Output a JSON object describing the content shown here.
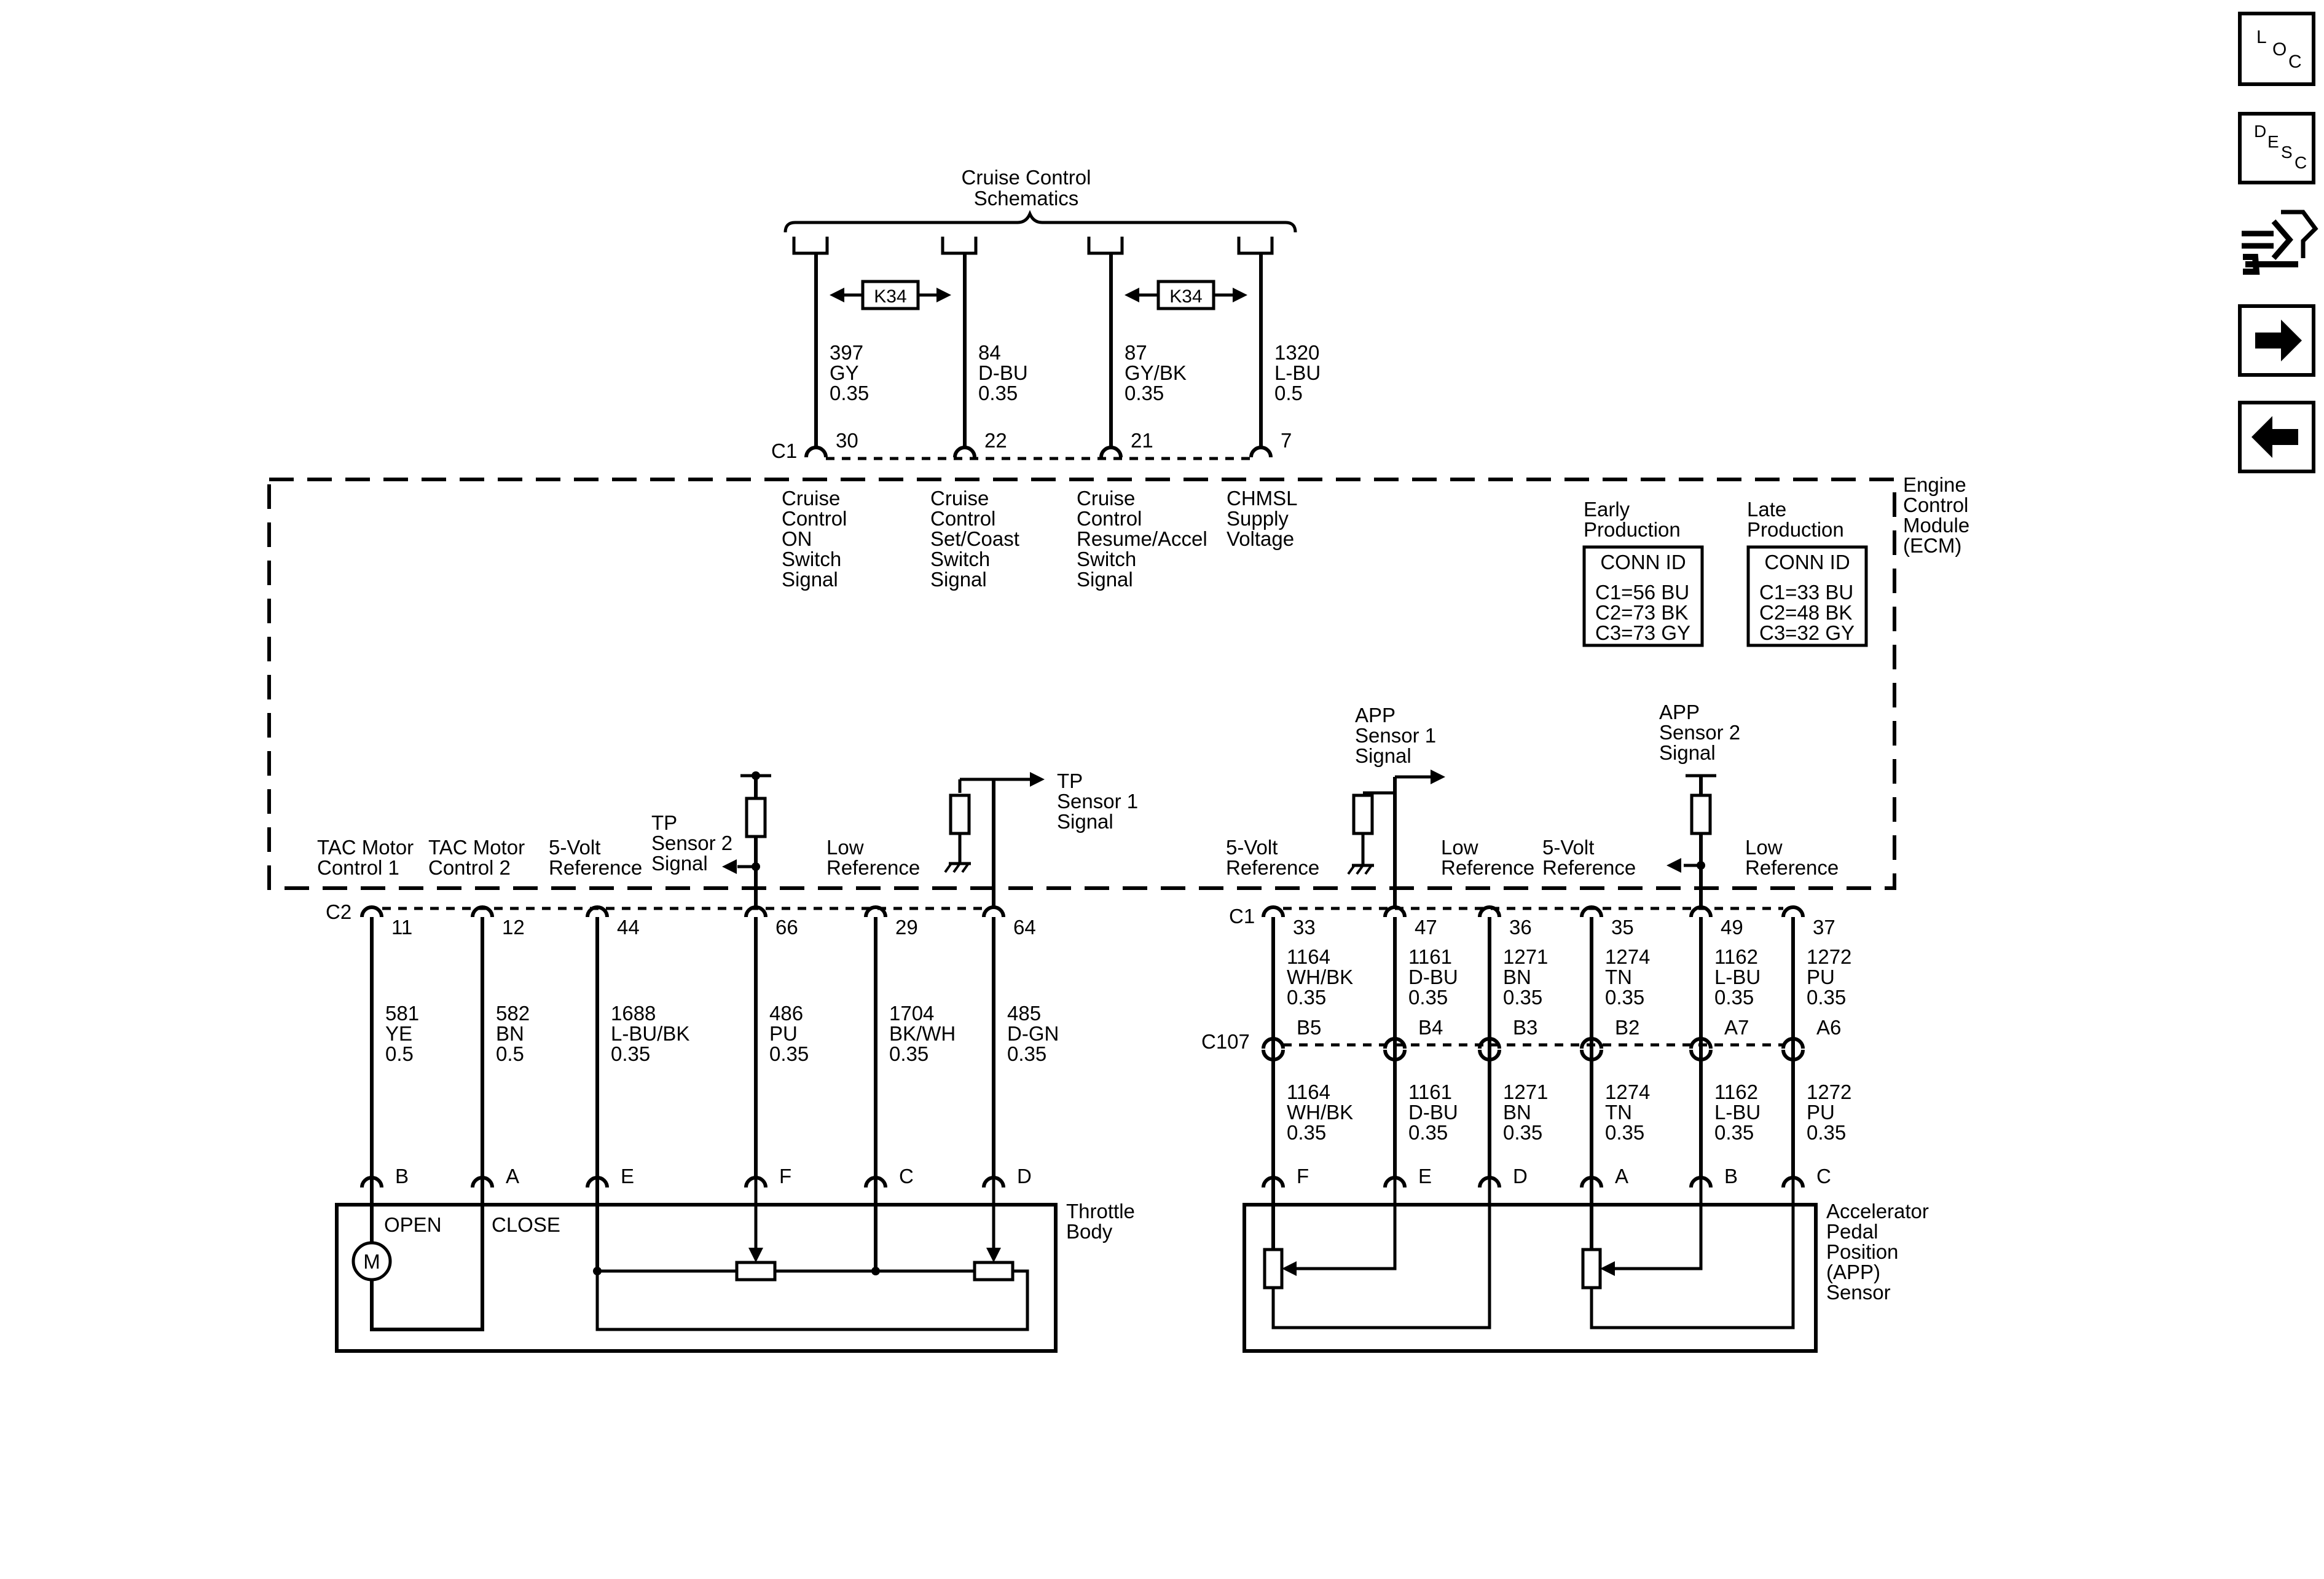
{
  "cruise": {
    "title_line1": "Cruise Control",
    "title_line2": "Schematics",
    "relay_label": "K34"
  },
  "ecm": {
    "name": [
      "Engine",
      "Control",
      "Module",
      "(ECM)"
    ],
    "early_heading": [
      "Early",
      "Production"
    ],
    "late_heading": [
      "Late",
      "Production"
    ],
    "conn_id_label": "CONN ID",
    "early_conn": [
      "C1=56 BU",
      "C2=73 BK",
      "C3=73 GY"
    ],
    "late_conn": [
      "C1=33 BU",
      "C2=48 BK",
      "C3=32 GY"
    ]
  },
  "top_c1": {
    "connector": "C1",
    "pins": [
      {
        "pin": "30",
        "circuit": "397",
        "color": "GY",
        "gauge": "0.35",
        "label": [
          "Cruise",
          "Control",
          "ON",
          "Switch",
          "Signal"
        ]
      },
      {
        "pin": "22",
        "circuit": "84",
        "color": "D-BU",
        "gauge": "0.35",
        "label": [
          "Cruise",
          "Control",
          "Set/Coast",
          "Switch",
          "Signal"
        ]
      },
      {
        "pin": "21",
        "circuit": "87",
        "color": "GY/BK",
        "gauge": "0.35",
        "label": [
          "Cruise",
          "Control",
          "Resume/Accel",
          "Switch",
          "Signal"
        ]
      },
      {
        "pin": "7",
        "circuit": "1320",
        "color": "L-BU",
        "gauge": "0.5",
        "label": [
          "CHMSL",
          "Supply",
          "Voltage"
        ]
      }
    ]
  },
  "left_c2": {
    "connector": "C2",
    "pins": [
      {
        "pin": "11",
        "circuit": "581",
        "color": "YE",
        "gauge": "0.5",
        "label": [
          "TAC Motor",
          "Control 1"
        ],
        "tb_pin": "B"
      },
      {
        "pin": "12",
        "circuit": "582",
        "color": "BN",
        "gauge": "0.5",
        "label": [
          "TAC Motor",
          "Control 2"
        ],
        "tb_pin": "A"
      },
      {
        "pin": "44",
        "circuit": "1688",
        "color": "L-BU/BK",
        "gauge": "0.35",
        "label": [
          "5-Volt",
          "Reference"
        ],
        "tb_pin": "E"
      },
      {
        "pin": "66",
        "circuit": "486",
        "color": "PU",
        "gauge": "0.35",
        "label": [
          "TP",
          "Sensor 2",
          "Signal"
        ],
        "tb_pin": "F"
      },
      {
        "pin": "29",
        "circuit": "1704",
        "color": "BK/WH",
        "gauge": "0.35",
        "label": [
          "Low",
          "Reference"
        ],
        "tb_pin": "C"
      },
      {
        "pin": "64",
        "circuit": "485",
        "color": "D-GN",
        "gauge": "0.35",
        "label": [
          "TP",
          "Sensor 1",
          "Signal"
        ],
        "tb_pin": "D"
      }
    ]
  },
  "throttle_body": {
    "name": [
      "Throttle",
      "Body"
    ],
    "open_label": "OPEN",
    "close_label": "CLOSE",
    "motor_label": "M"
  },
  "right_c1": {
    "connector": "C1",
    "inline_connector": "C107",
    "pins": [
      {
        "pin": "33",
        "circuit": "1164",
        "color": "WH/BK",
        "gauge": "0.35",
        "c107": "B5",
        "app_pin": "F",
        "label": [
          "5-Volt",
          "Reference"
        ]
      },
      {
        "pin": "47",
        "circuit": "1161",
        "color": "D-BU",
        "gauge": "0.35",
        "c107": "B4",
        "app_pin": "E",
        "label": [
          "APP",
          "Sensor 1",
          "Signal"
        ]
      },
      {
        "pin": "36",
        "circuit": "1271",
        "color": "BN",
        "gauge": "0.35",
        "c107": "B3",
        "app_pin": "D",
        "label": [
          "Low",
          "Reference"
        ]
      },
      {
        "pin": "35",
        "circuit": "1274",
        "color": "TN",
        "gauge": "0.35",
        "c107": "B2",
        "app_pin": "A",
        "label": [
          "5-Volt",
          "Reference"
        ]
      },
      {
        "pin": "49",
        "circuit": "1162",
        "color": "L-BU",
        "gauge": "0.35",
        "c107": "A7",
        "app_pin": "B",
        "label": [
          "APP",
          "Sensor 2",
          "Signal"
        ]
      },
      {
        "pin": "37",
        "circuit": "1272",
        "color": "PU",
        "gauge": "0.35",
        "c107": "A6",
        "app_pin": "C",
        "label": [
          "Low",
          "Reference"
        ]
      }
    ]
  },
  "app_sensor": {
    "name": [
      "Accelerator",
      "Pedal",
      "Position",
      "(APP)",
      "Sensor"
    ]
  },
  "nav": {
    "loc_letters": [
      "L",
      "O",
      "C"
    ],
    "desc_letters": [
      "D",
      "E",
      "S",
      "C"
    ]
  }
}
